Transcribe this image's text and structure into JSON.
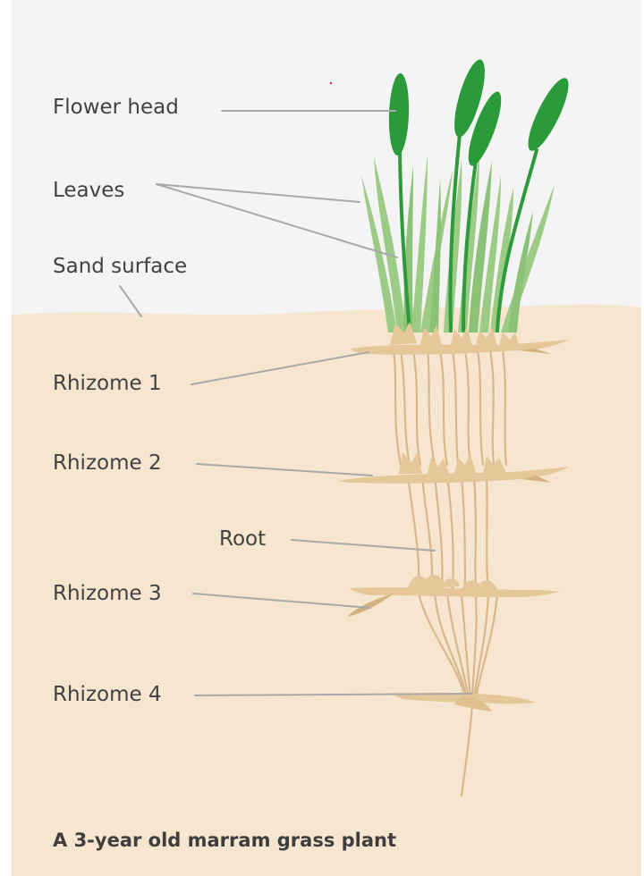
{
  "labels": {
    "flower_head": "Flower head",
    "leaves": "Leaves",
    "sand_surface": "Sand surface",
    "rhizome_1": "Rhizome 1",
    "rhizome_2": "Rhizome 2",
    "root": "Root",
    "rhizome_3": "Rhizome 3",
    "rhizome_4": "Rhizome 4"
  },
  "caption": "A 3-year old marram grass plant",
  "colors": {
    "sky": "#f4f4f5",
    "sand": "#f6e6d0",
    "rhizome": "#e5c79a",
    "rhizome_dark": "#d4b07e",
    "leaf_light": "#9ccb86",
    "leaf_dark": "#2f9a3c",
    "flower": "#2a9a3a",
    "leader_line": "#a9a9a9",
    "text": "#414141"
  }
}
